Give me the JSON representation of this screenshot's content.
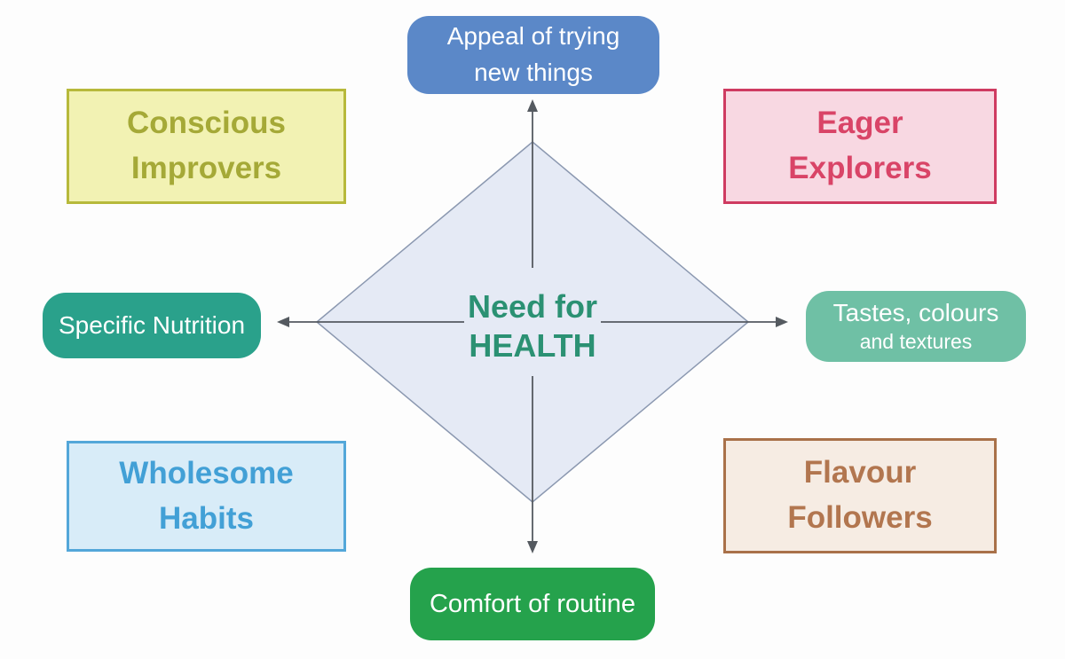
{
  "center": {
    "line1": "Need for",
    "line2": "HEALTH",
    "text_color": "#2b9173"
  },
  "axes": {
    "top": {
      "line1": "Appeal of trying",
      "line2": "new things",
      "bg": "#5b88c8"
    },
    "bottom": {
      "label": "Comfort of routine",
      "bg": "#25a24c"
    },
    "left": {
      "label": "Specific Nutrition",
      "bg": "#2aa18b"
    },
    "right": {
      "line1": "Tastes, colours",
      "line2": "and textures",
      "bg": "#6fc0a5"
    }
  },
  "quadrants": {
    "top_left": {
      "line1": "Conscious",
      "line2": "Improvers",
      "bg": "#f2f2b3",
      "border": "#b7b93b",
      "text": "#a5a937"
    },
    "top_right": {
      "line1": "Eager",
      "line2": "Explorers",
      "bg": "#f8d8e2",
      "border": "#cf3b61",
      "text": "#d94467"
    },
    "bottom_left": {
      "line1": "Wholesome",
      "line2": "Habits",
      "bg": "#d8ecf8",
      "border": "#53a7d9",
      "text": "#42a0d6"
    },
    "bottom_right": {
      "line1": "Flavour",
      "line2": "Followers",
      "bg": "#f6ece3",
      "border": "#a97149",
      "text": "#b2764f"
    }
  },
  "diagram": {
    "background": "#fdfdfd",
    "diamond_fill": "#e5eaf5",
    "diamond_border": "#8b98b0",
    "arrow_color": "#555a60"
  }
}
